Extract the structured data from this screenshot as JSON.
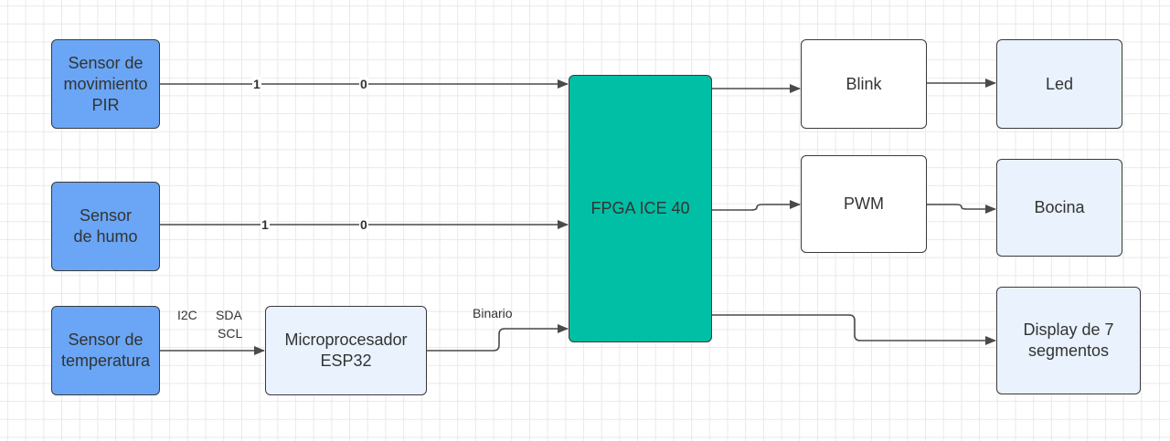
{
  "diagram": {
    "inputs": {
      "pir": "Sensor de\nmovimiento\nPIR",
      "smoke": "Sensor\nde humo",
      "temperature": "Sensor de\ntemperatura"
    },
    "processor": "Microprocesador\nESP32",
    "fpga": "FPGA ICE 40",
    "modules": {
      "blink": "Blink",
      "pwm": "PWM"
    },
    "outputs": {
      "led": "Led",
      "horn": "Bocina",
      "display": "Display de 7\nsegmentos"
    },
    "labels": {
      "i2c": "I2C",
      "sda": "SDA",
      "scl": "SCL",
      "binary": "Binario",
      "pir_bits": [
        "1",
        "0"
      ],
      "smoke_bits": [
        "1",
        "0"
      ]
    }
  }
}
